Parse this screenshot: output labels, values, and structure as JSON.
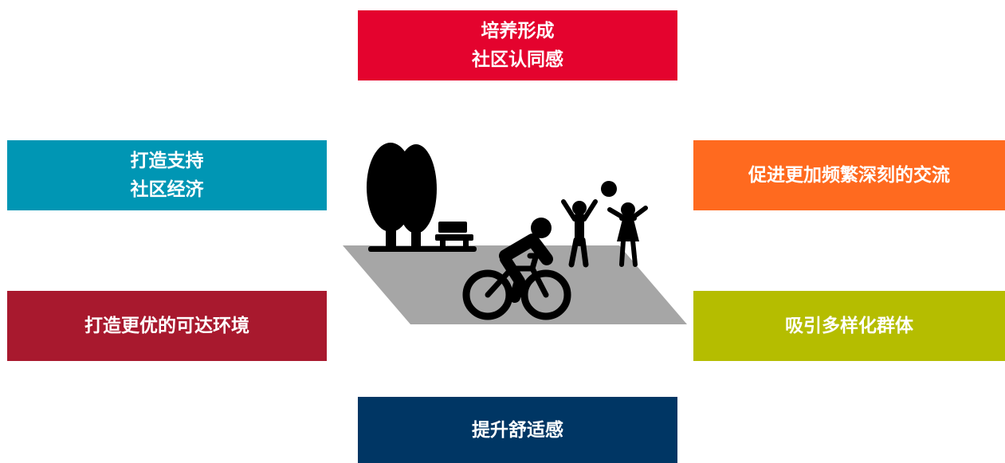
{
  "boxes": {
    "top": {
      "lines": [
        "培养形成",
        "社区认同感"
      ],
      "color": "#e4032e"
    },
    "left_top": {
      "lines": [
        "打造支持",
        "社区经济"
      ],
      "color": "#0096b4"
    },
    "right_top": {
      "lines": [
        "促进更加频繁深刻的交流"
      ],
      "color": "#ff6a1f"
    },
    "left_bottom": {
      "lines": [
        "打造更优的可达环境"
      ],
      "color": "#a8192e"
    },
    "right_bottom": {
      "lines": [
        "吸引多样化群体"
      ],
      "color": "#b5bd00"
    },
    "bottom": {
      "lines": [
        "提升舒适感"
      ],
      "color": "#003664"
    }
  },
  "scene": {
    "icons": [
      "trees-icon",
      "bench-icon",
      "cyclist-icon",
      "children-playing-ball-icon"
    ],
    "ground_color": "#a6a6a6",
    "icon_color": "#000000"
  }
}
